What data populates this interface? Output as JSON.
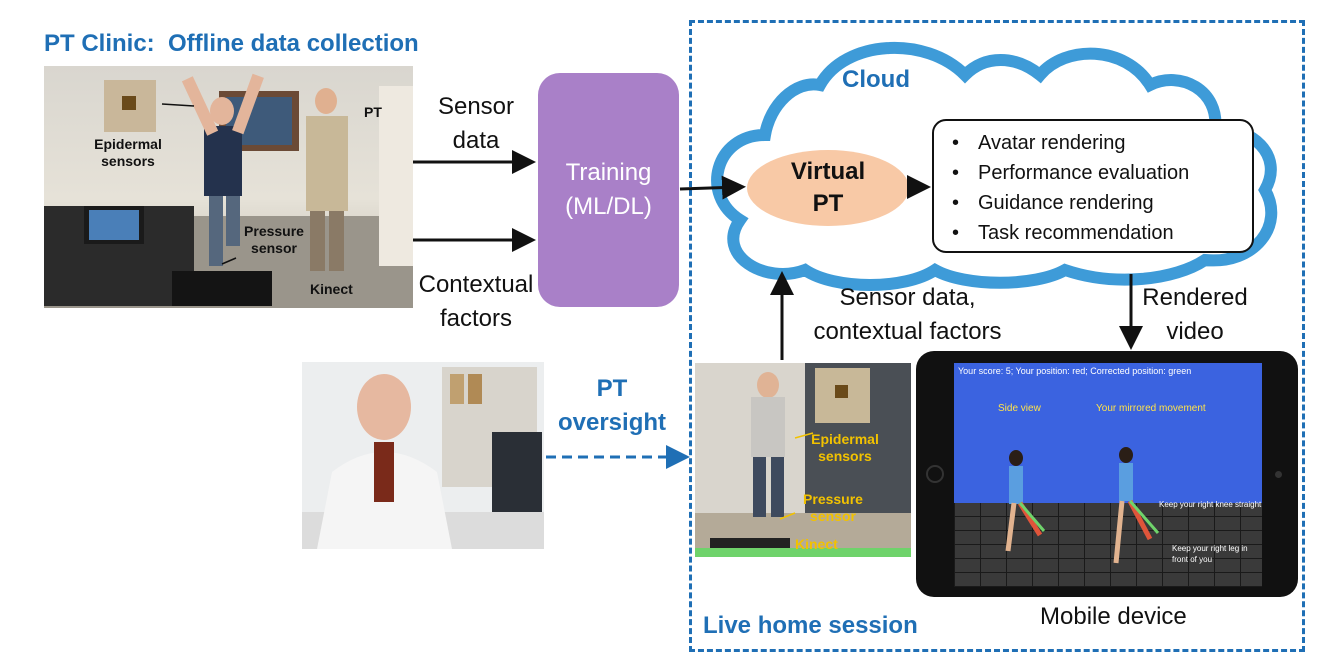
{
  "clinic": {
    "title": "PT Clinic:  Offline data collection",
    "photo_labels": {
      "epidermal": "Epidermal sensors",
      "pt": "PT",
      "pressure": "Pressure sensor",
      "kinect": "Kinect"
    }
  },
  "flow": {
    "sensor_data": "Sensor data",
    "contextual_factors": "Contextual factors",
    "training": "Training (ML/DL)",
    "pt_oversight": "PT oversight",
    "uplink": "Sensor data, contextual factors",
    "downlink": "Rendered video"
  },
  "cloud": {
    "title": "Cloud",
    "virtual_pt": "Virtual PT",
    "items": [
      "Avatar rendering",
      "Performance evaluation",
      "Guidance rendering",
      "Task recommendation"
    ]
  },
  "home": {
    "title": "Live home session",
    "photo_labels": {
      "epidermal": "Epidermal sensors",
      "pressure": "Pressure sensor",
      "kinect": "Kinect"
    }
  },
  "device": {
    "label": "Mobile device",
    "screen": {
      "score": "Your score: 5; Your position: red; Corrected position: green",
      "side_view": "Side view",
      "mirrored": "Your mirrored movement",
      "hint1": "Keep your right knee straight",
      "hint2": "Keep your right leg in front of you"
    }
  },
  "colors": {
    "accent_blue": "#1f6fb5",
    "training_purple": "#a980c8",
    "virtual_pt_orange": "#f8c9a6",
    "cloud_stroke": "#3e9bd8",
    "yellow_tag": "#f2c200"
  }
}
